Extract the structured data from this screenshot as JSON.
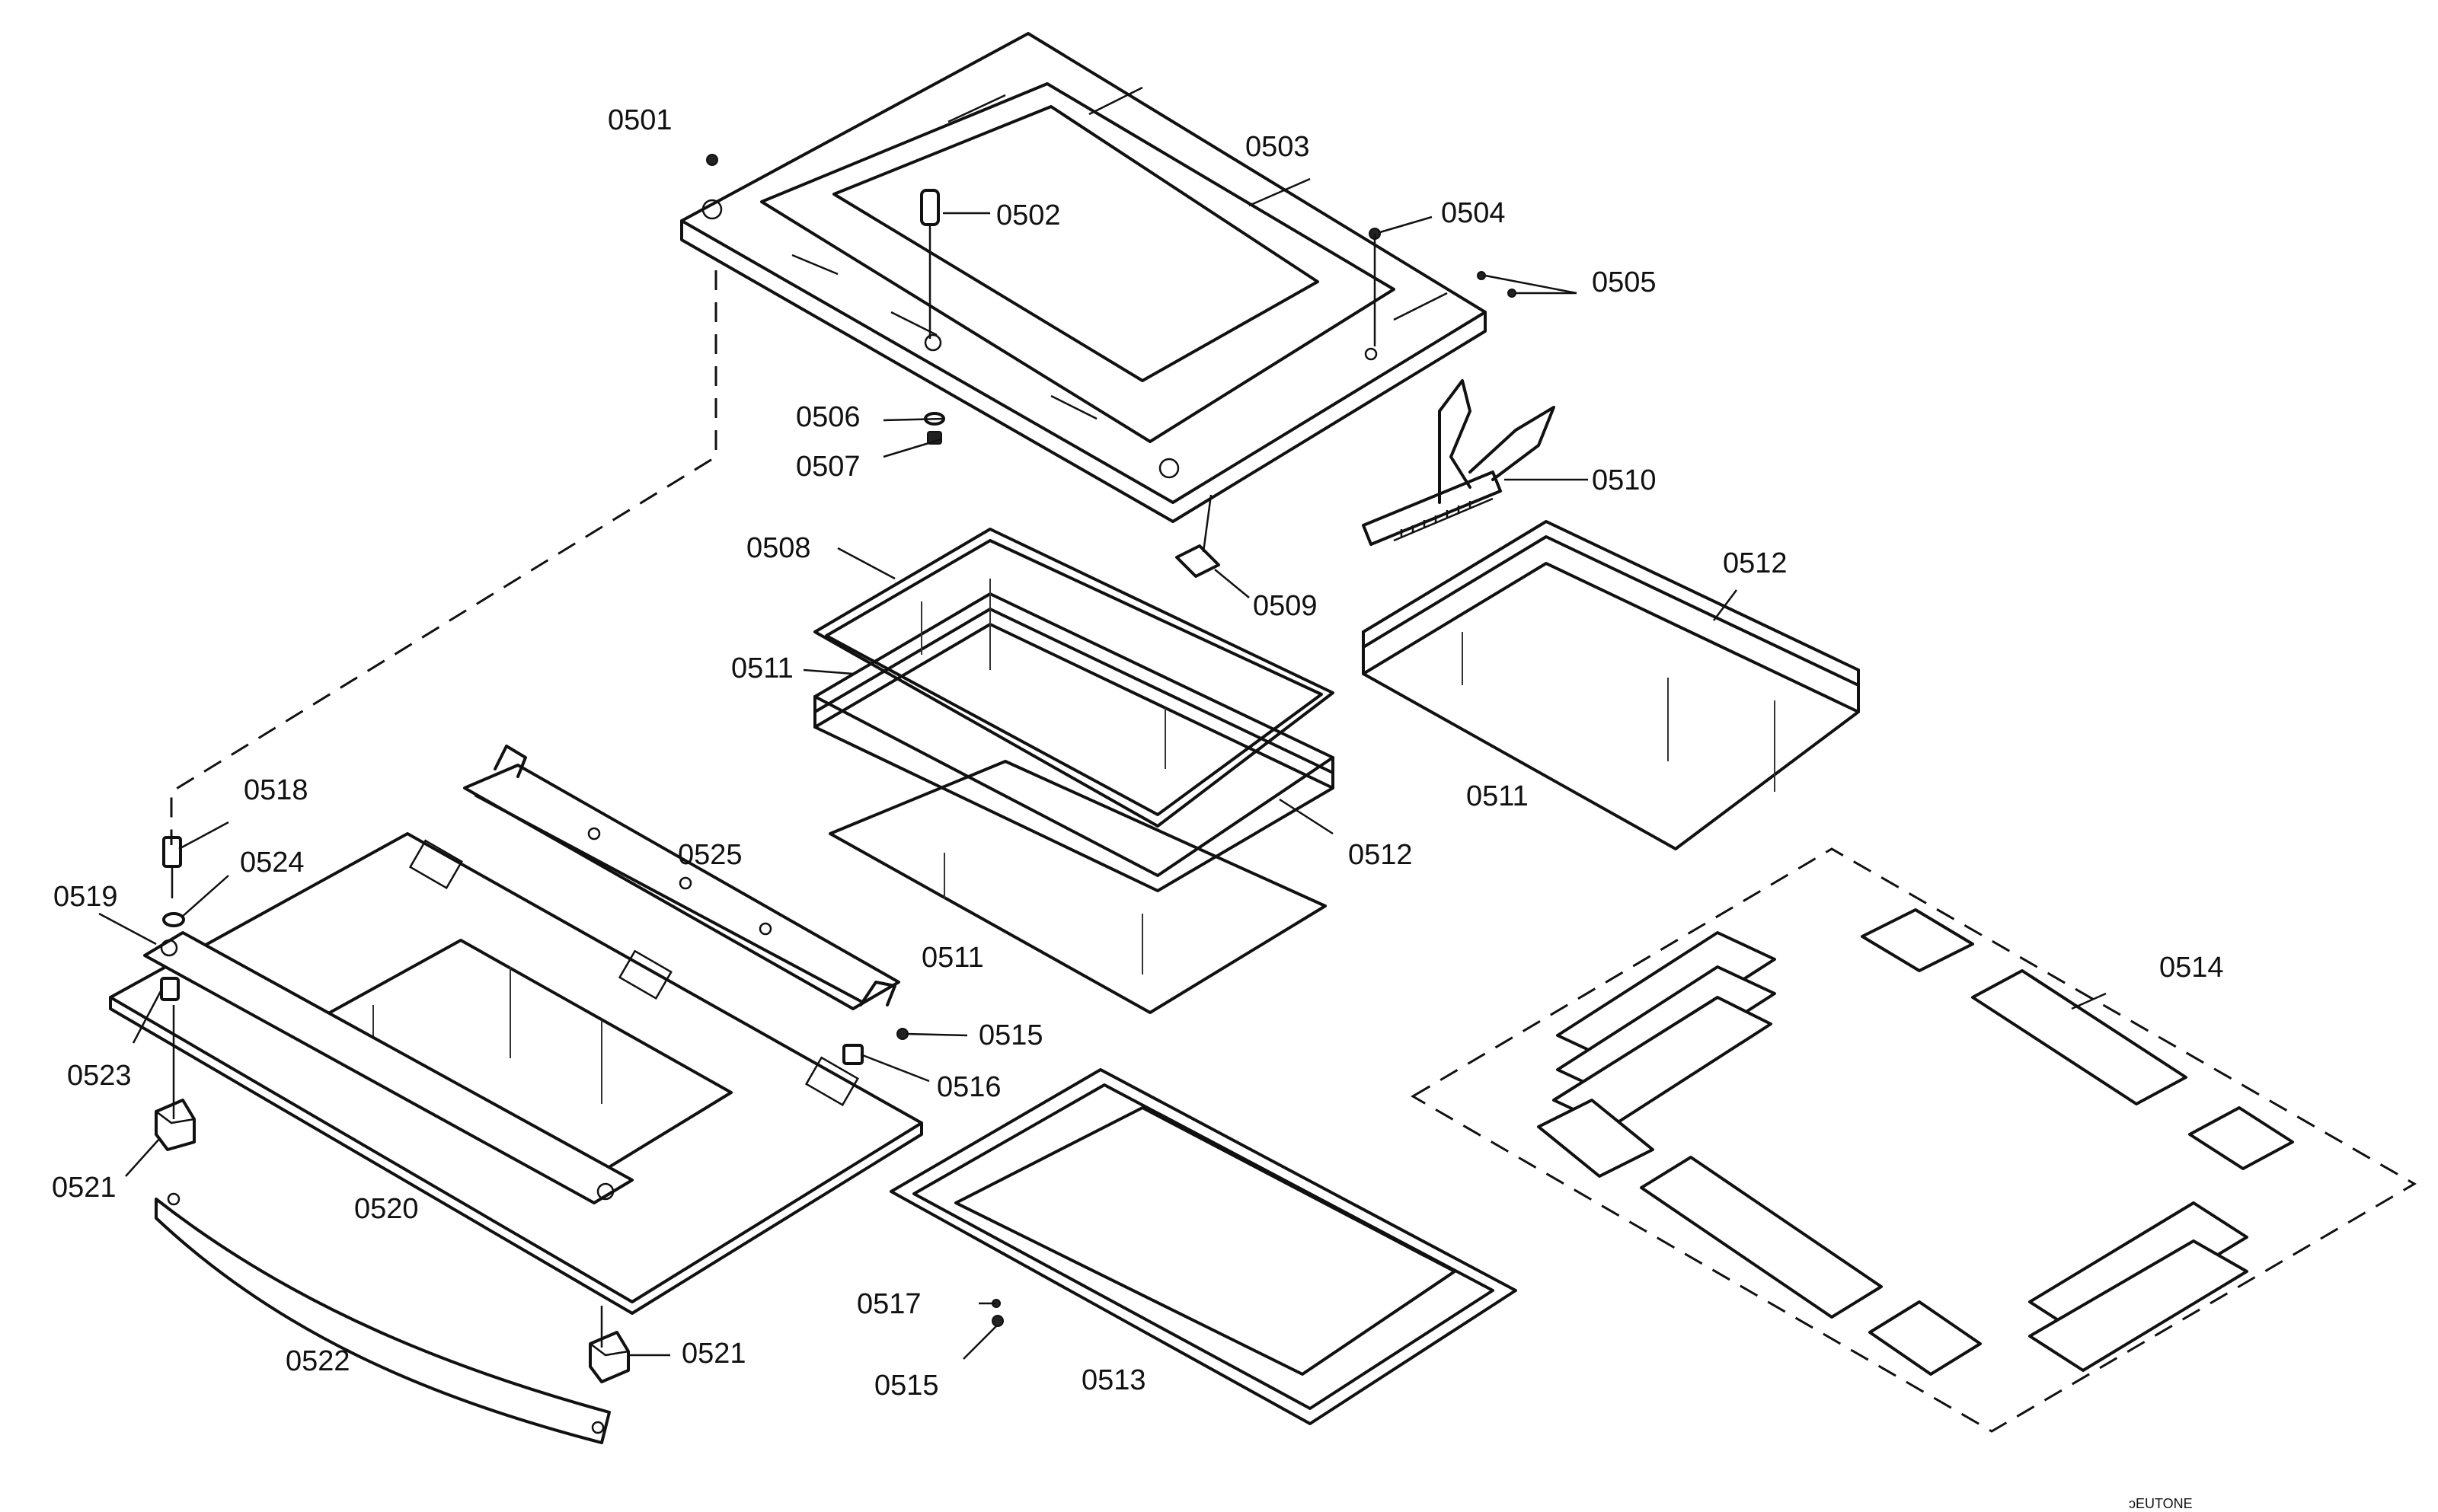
{
  "labels": {
    "l0501": "0501",
    "l0502": "0502",
    "l0503": "0503",
    "l0504": "0504",
    "l0505": "0505",
    "l0506": "0506",
    "l0507": "0507",
    "l0508": "0508",
    "l0509": "0509",
    "l0510": "0510",
    "l0511a": "0511",
    "l0511b": "0511",
    "l0511c": "0511",
    "l0512a": "0512",
    "l0512b": "0512",
    "l0513": "0513",
    "l0514": "0514",
    "l0515a": "0515",
    "l0515b": "0515",
    "l0516": "0516",
    "l0517": "0517",
    "l0518": "0518",
    "l0519": "0519",
    "l0520": "0520",
    "l0521a": "0521",
    "l0521b": "0521",
    "l0522": "0522",
    "l0523": "0523",
    "l0524": "0524",
    "l0525": "0525"
  },
  "brand_mark": "ɔEUTONE"
}
